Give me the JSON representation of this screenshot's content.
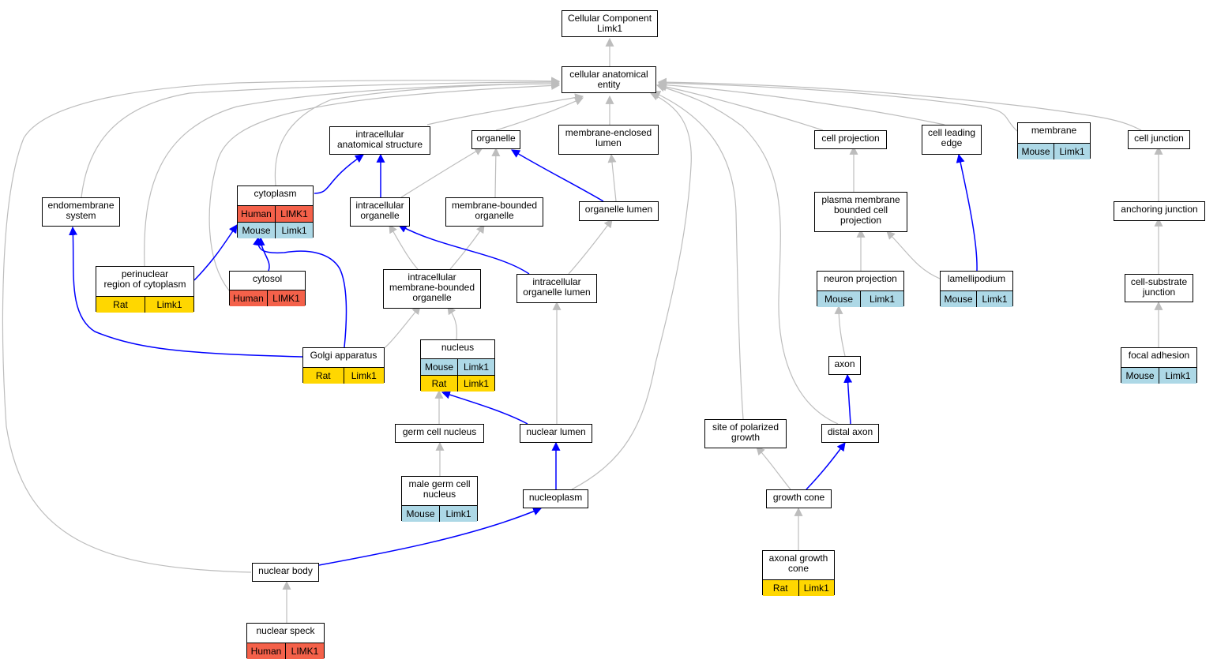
{
  "colors": {
    "human": "#f4614a",
    "mouse": "#add8e6",
    "rat": "#ffd700",
    "edge_is_a": "#bdbdbd",
    "edge_part_of": "#0000ff"
  },
  "nodes": {
    "root": {
      "label": "Cellular Component\nLimk1"
    },
    "cae": {
      "label": "cellular anatomical\nentity"
    },
    "ias": {
      "label": "intracellular\nanatomical structure"
    },
    "organelle": {
      "label": "organelle"
    },
    "mel": {
      "label": "membrane-enclosed\nlumen"
    },
    "cellproj": {
      "label": "cell projection"
    },
    "cle": {
      "label": "cell leading\nedge"
    },
    "membrane": {
      "label": "membrane",
      "species": [
        [
          "Mouse",
          "Limk1"
        ]
      ]
    },
    "celljunc": {
      "label": "cell junction"
    },
    "endomem": {
      "label": "endomembrane\nsystem"
    },
    "cytoplasm": {
      "label": "cytoplasm",
      "species": [
        [
          "Human",
          "LIMK1"
        ],
        [
          "Mouse",
          "Limk1"
        ]
      ]
    },
    "intorg": {
      "label": "intracellular\norganelle"
    },
    "mbo": {
      "label": "membrane-bounded\norganelle"
    },
    "orglumen": {
      "label": "organelle lumen"
    },
    "pmbcp": {
      "label": "plasma membrane\nbounded cell\nprojection"
    },
    "anchjunc": {
      "label": "anchoring junction"
    },
    "perinuc": {
      "label": "perinuclear\nregion of cytoplasm",
      "species": [
        [
          "Rat",
          "Limk1"
        ]
      ]
    },
    "cytosol": {
      "label": "cytosol",
      "species": [
        [
          "Human",
          "LIMK1"
        ]
      ]
    },
    "imbo": {
      "label": "intracellular\nmembrane-bounded\norganelle"
    },
    "iol": {
      "label": "intracellular\norganelle lumen"
    },
    "neuronproj": {
      "label": "neuron projection",
      "species": [
        [
          "Mouse",
          "Limk1"
        ]
      ]
    },
    "lamelli": {
      "label": "lamellipodium",
      "species": [
        [
          "Mouse",
          "Limk1"
        ]
      ]
    },
    "csj": {
      "label": "cell-substrate\njunction"
    },
    "golgi": {
      "label": "Golgi apparatus",
      "species": [
        [
          "Rat",
          "Limk1"
        ]
      ]
    },
    "nucleus": {
      "label": "nucleus",
      "species": [
        [
          "Mouse",
          "Limk1"
        ],
        [
          "Rat",
          "Limk1"
        ]
      ]
    },
    "axon": {
      "label": "axon"
    },
    "focal": {
      "label": "focal adhesion",
      "species": [
        [
          "Mouse",
          "Limk1"
        ]
      ]
    },
    "gcn": {
      "label": "germ cell nucleus"
    },
    "nuclumen": {
      "label": "nuclear lumen"
    },
    "spg": {
      "label": "site of polarized\ngrowth"
    },
    "distaxon": {
      "label": "distal axon"
    },
    "mgcn": {
      "label": "male germ cell\nnucleus",
      "species": [
        [
          "Mouse",
          "Limk1"
        ]
      ]
    },
    "nucleoplasm": {
      "label": "nucleoplasm"
    },
    "growthcone": {
      "label": "growth cone"
    },
    "agc": {
      "label": "axonal growth\ncone",
      "species": [
        [
          "Rat",
          "Limk1"
        ]
      ]
    },
    "nucbody": {
      "label": "nuclear body"
    },
    "nucspeck": {
      "label": "nuclear speck",
      "species": [
        [
          "Human",
          "LIMK1"
        ]
      ]
    }
  }
}
